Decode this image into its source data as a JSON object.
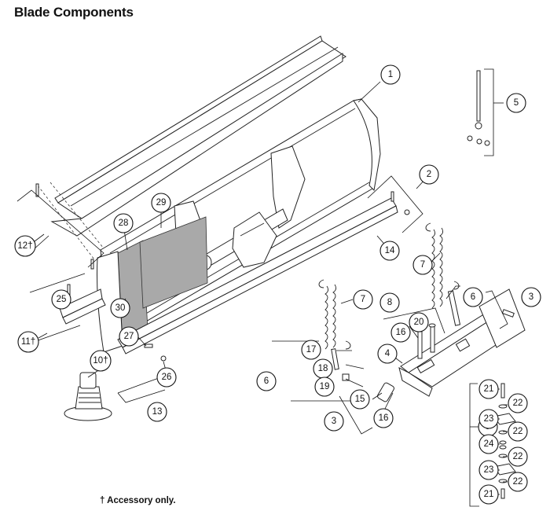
{
  "title": "Blade Components",
  "footnote": "† Accessory only.",
  "callouts": [
    {
      "label": "1"
    },
    {
      "label": "2"
    },
    {
      "label": "3"
    },
    {
      "label": "3"
    },
    {
      "label": "4"
    },
    {
      "label": "5"
    },
    {
      "label": "6"
    },
    {
      "label": "6"
    },
    {
      "label": "7"
    },
    {
      "label": "7"
    },
    {
      "label": "8"
    },
    {
      "label": "9"
    },
    {
      "label": "10†"
    },
    {
      "label": "11†"
    },
    {
      "label": "12†"
    },
    {
      "label": "13"
    },
    {
      "label": "14"
    },
    {
      "label": "15"
    },
    {
      "label": "16"
    },
    {
      "label": "16"
    },
    {
      "label": "17"
    },
    {
      "label": "18"
    },
    {
      "label": "19"
    },
    {
      "label": "20"
    },
    {
      "label": "21"
    },
    {
      "label": "21"
    },
    {
      "label": "22"
    },
    {
      "label": "22"
    },
    {
      "label": "22"
    },
    {
      "label": "22"
    },
    {
      "label": "23"
    },
    {
      "label": "23"
    },
    {
      "label": "24"
    },
    {
      "label": "25"
    },
    {
      "label": "26"
    },
    {
      "label": "27"
    },
    {
      "label": "28"
    },
    {
      "label": "29"
    },
    {
      "label": "30"
    }
  ]
}
